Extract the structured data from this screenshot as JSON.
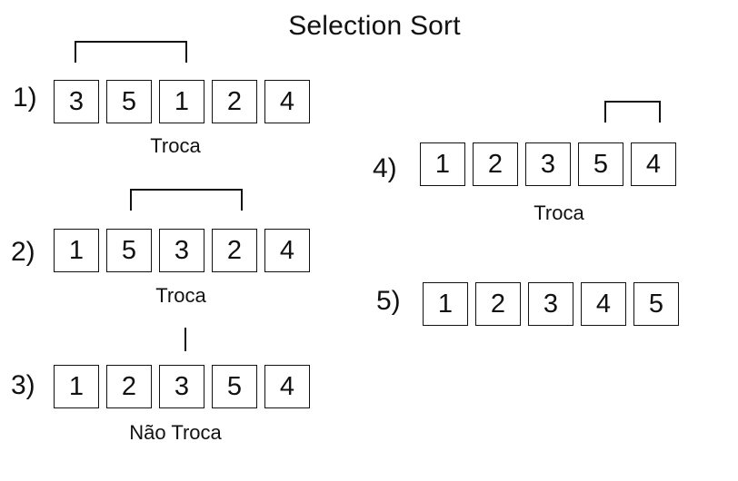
{
  "title": "Selection Sort",
  "steps": [
    {
      "label": "1)",
      "cells": [
        "3",
        "5",
        "1",
        "2",
        "4"
      ],
      "caption": "Troca"
    },
    {
      "label": "2)",
      "cells": [
        "1",
        "5",
        "3",
        "2",
        "4"
      ],
      "caption": "Troca"
    },
    {
      "label": "3)",
      "cells": [
        "1",
        "2",
        "3",
        "5",
        "4"
      ],
      "caption": "Não Troca"
    },
    {
      "label": "4)",
      "cells": [
        "1",
        "2",
        "3",
        "5",
        "4"
      ],
      "caption": "Troca"
    },
    {
      "label": "5)",
      "cells": [
        "1",
        "2",
        "3",
        "4",
        "5"
      ],
      "caption": ""
    }
  ]
}
